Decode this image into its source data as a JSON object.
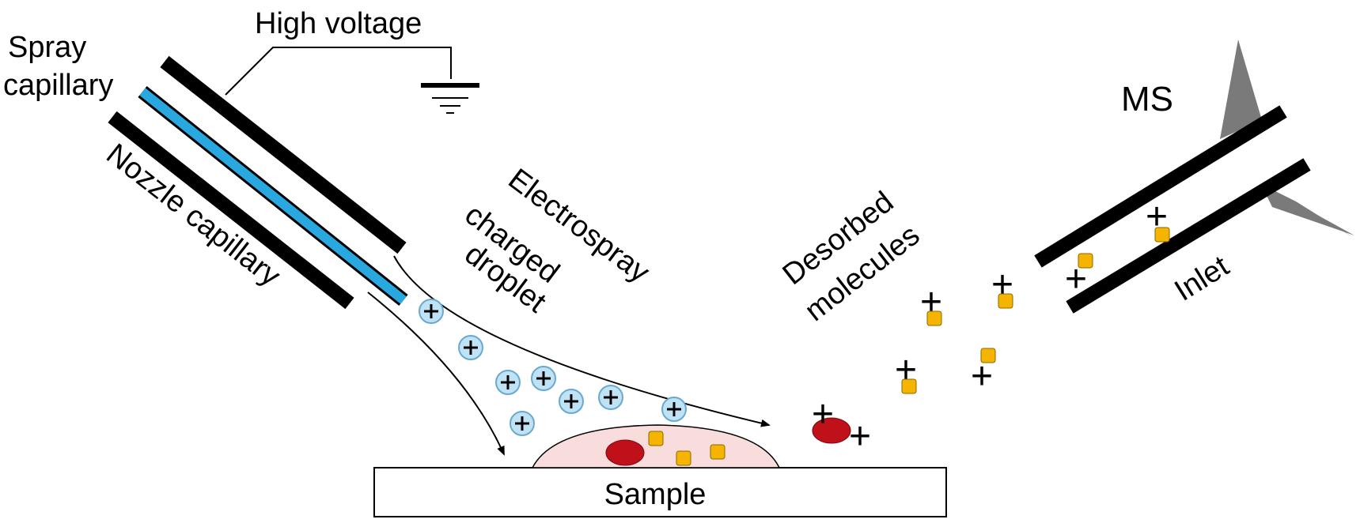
{
  "labels": {
    "high_voltage": "High voltage",
    "spray_line1": "Spray",
    "spray_line2": "capillary",
    "nozzle": "Nozzle  capillary",
    "electrospray": "Electrospray",
    "charged": "charged",
    "droplet": "droplet",
    "desorbed": "Desorbed",
    "molecules": "molecules",
    "ms": "MS",
    "inlet": "Inlet",
    "sample": "Sample"
  },
  "charge_symbol": "+",
  "colors": {
    "capillary_blue": "#29a8e0",
    "droplet_fill": "#bfe3f5",
    "droplet_stroke": "#6aa9cf",
    "sample_fill": "#f9dcdc",
    "molecule_red": "#c0111a",
    "ion_yellow": "#f5b400",
    "cone_gray": "#7a7a7a"
  },
  "icons": {
    "ground": "ground-symbol-icon",
    "cone": "ms-cone-icon"
  }
}
